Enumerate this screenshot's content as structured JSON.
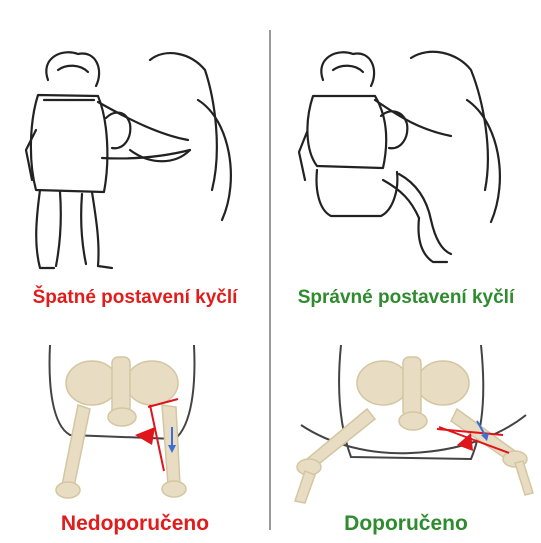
{
  "left": {
    "heading": "Špatné postavení kyčlí",
    "verdict": "Nedoporučeno"
  },
  "right": {
    "heading": "Správné postavení kyčlí",
    "verdict": "Doporučeno"
  },
  "colors": {
    "bad": "#e21b1b",
    "good": "#2e8b2e",
    "bone": "#e8ddc2",
    "marker_red": "#e0141b",
    "marker_blue": "#3b6fd6"
  }
}
